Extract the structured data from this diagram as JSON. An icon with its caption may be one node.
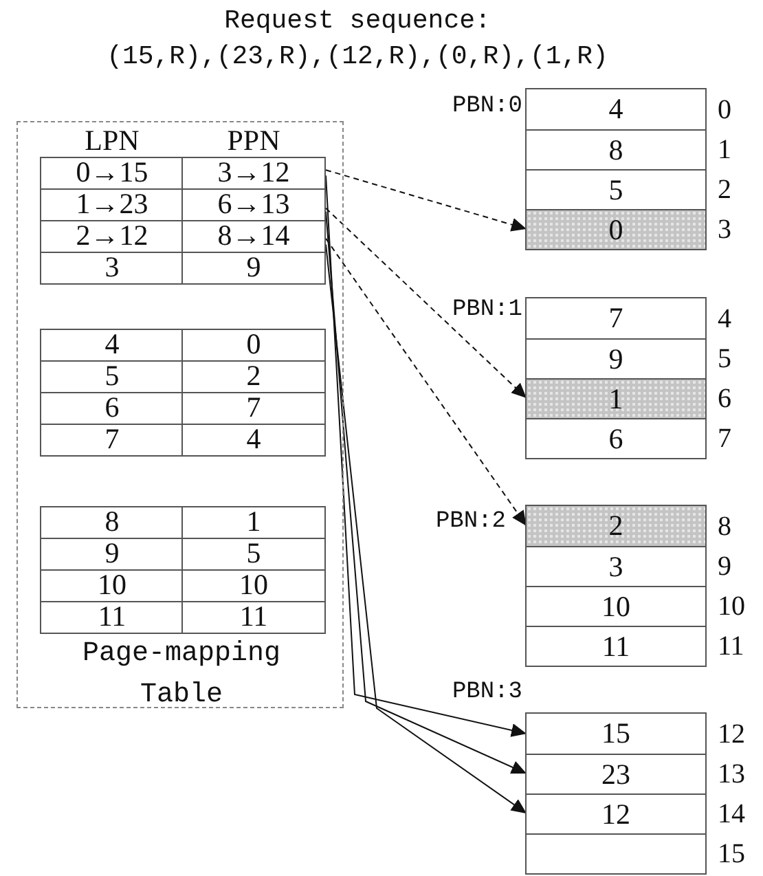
{
  "diagram": {
    "title": "Request sequence: (15,R),(23,R),(12,R),(0,R),(1,R)",
    "nodes": [
      {
        "text": [
          "Page-mapping Table"
        ]
      },
      {
        "text": [
          "3→12"
        ],
        "in": 0
      },
      {
        "text": [
          "6→13"
        ],
        "in": 0
      },
      {
        "text": [
          "8→14"
        ],
        "in": 0
      },
      {
        "text": [],
        "shape": "box",
        "beside": [
          "PBN:0"
        ]
      },
      {
        "text": [
          "4"
        ],
        "in": 4,
        "beside": [
          "0"
        ]
      },
      {
        "text": [
          "8"
        ],
        "in": 4,
        "beside": [
          "1"
        ]
      },
      {
        "text": [
          "5"
        ],
        "in": 4,
        "beside": [
          "2"
        ]
      },
      {
        "text": [
          "0"
        ],
        "in": 4,
        "beside": [
          "3"
        ]
      },
      {
        "text": [],
        "shape": "box",
        "beside": [
          "PBN:1"
        ]
      },
      {
        "text": [
          "7"
        ],
        "in": 9,
        "beside": [
          "4"
        ]
      },
      {
        "text": [
          "9"
        ],
        "in": 9,
        "beside": [
          "5"
        ]
      },
      {
        "text": [
          "1"
        ],
        "in": 9,
        "beside": [
          "6"
        ]
      },
      {
        "text": [
          "6"
        ],
        "in": 9,
        "beside": [
          "7"
        ]
      },
      {
        "text": [],
        "shape": "box",
        "beside": [
          "PBN:2"
        ]
      },
      {
        "text": [
          "2"
        ],
        "in": 14,
        "beside": [
          "8"
        ]
      },
      {
        "text": [
          "3"
        ],
        "in": 14,
        "beside": [
          "9"
        ]
      },
      {
        "text": [
          "10"
        ],
        "in": 14,
        "beside": [
          "10"
        ]
      },
      {
        "text": [
          "11"
        ],
        "in": 14,
        "beside": [
          "11"
        ]
      },
      {
        "text": [],
        "shape": "box",
        "beside": [
          "PBN:3"
        ]
      },
      {
        "text": [
          "15"
        ],
        "in": 19,
        "beside": [
          "12"
        ]
      },
      {
        "text": [
          "23"
        ],
        "in": 19,
        "beside": [
          "13"
        ]
      },
      {
        "text": [
          "12"
        ],
        "in": 19,
        "beside": [
          "14"
        ]
      },
      {
        "text": [],
        "shape": "box",
        "in": 19,
        "beside": [
          "15"
        ]
      }
    ],
    "edges": [
      {
        "from": 1,
        "to": 8,
        "arrow": "to",
        "style": "dashed"
      },
      {
        "from": 1,
        "to": 20,
        "arrow": "to"
      },
      {
        "from": 2,
        "to": 12,
        "arrow": "to",
        "style": "dashed"
      },
      {
        "from": 2,
        "to": 21,
        "arrow": "to"
      },
      {
        "from": 3,
        "to": 15,
        "arrow": "to",
        "style": "dashed"
      },
      {
        "from": 3,
        "to": 22,
        "arrow": "to"
      }
    ],
    "labels": [
      "LPN",
      "PPN",
      "0→15",
      "1→23",
      "2→12",
      "3",
      "9",
      "4",
      "0",
      "5",
      "2",
      "6",
      "7",
      "7",
      "4",
      "8",
      "1",
      "9",
      "5",
      "10",
      "10",
      "11",
      "11"
    ]
  }
}
